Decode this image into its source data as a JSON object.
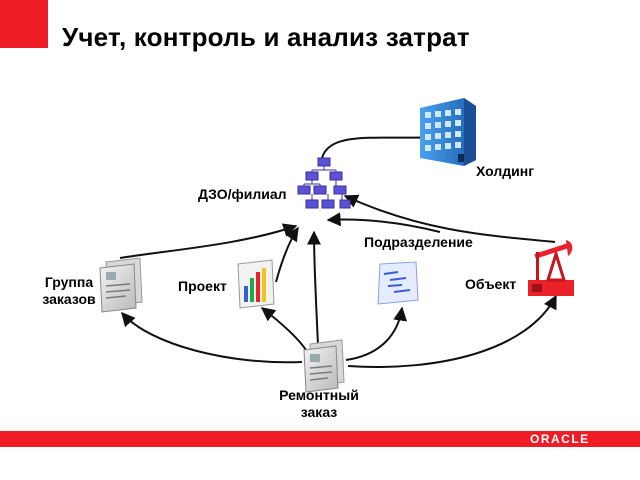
{
  "title": "Учет, контроль и анализ затрат",
  "nodes": {
    "holding": "Холдинг",
    "dzo": "ДЗО/филиал",
    "subdivision": "Подразделение",
    "object": "Объект",
    "project": "Проект",
    "order_group_line1": "Группа",
    "order_group_line2": "заказов",
    "repair_order_line1": "Ремонтный",
    "repair_order_line2": "заказ"
  },
  "logo": "ORACLE",
  "colors": {
    "brand_red": "#ee1c25",
    "arrow": "#111111",
    "building": "#2a7fd4"
  },
  "icons": {
    "holding": "building-icon",
    "dzo": "org-chart-icon",
    "subdivision": "report-icon",
    "object": "oil-pump-icon",
    "project": "bar-chart-icon",
    "order_group": "document-stack-icon",
    "repair_order": "document-stack-icon"
  }
}
